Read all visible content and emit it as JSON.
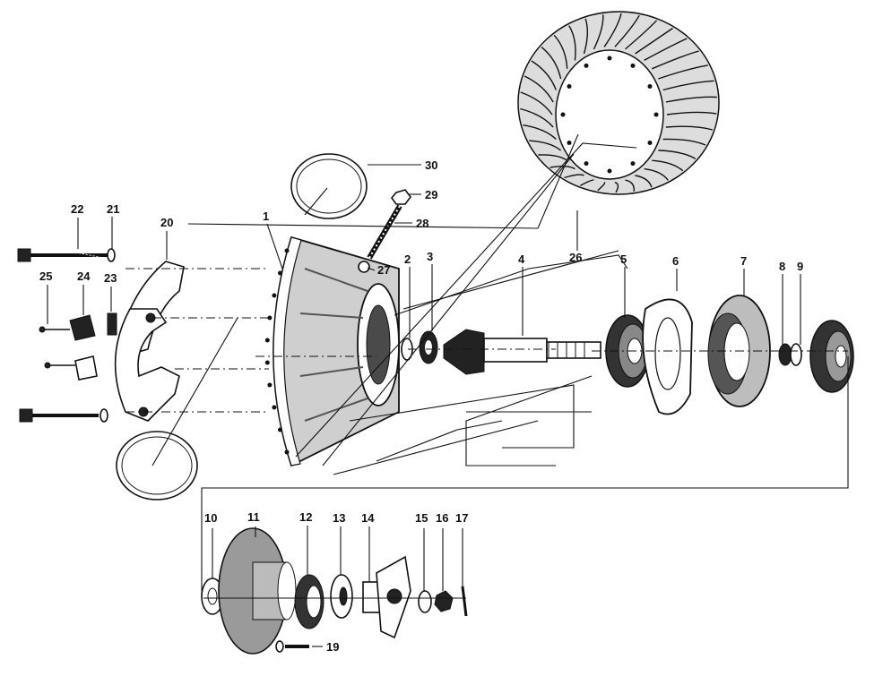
{
  "callouts": {
    "1": "1",
    "2": "2",
    "3": "3",
    "4": "4",
    "5": "5",
    "6": "6",
    "7": "7",
    "8": "8",
    "9": "9",
    "10": "10",
    "11": "11",
    "12": "12",
    "13": "13",
    "14": "14",
    "15": "15",
    "16": "16",
    "17": "17",
    "19": "19",
    "20": "20",
    "21": "21",
    "22": "22",
    "23": "23",
    "24": "24",
    "25": "25",
    "26": "26",
    "27": "27",
    "28": "28",
    "29": "29",
    "30": "30"
  }
}
